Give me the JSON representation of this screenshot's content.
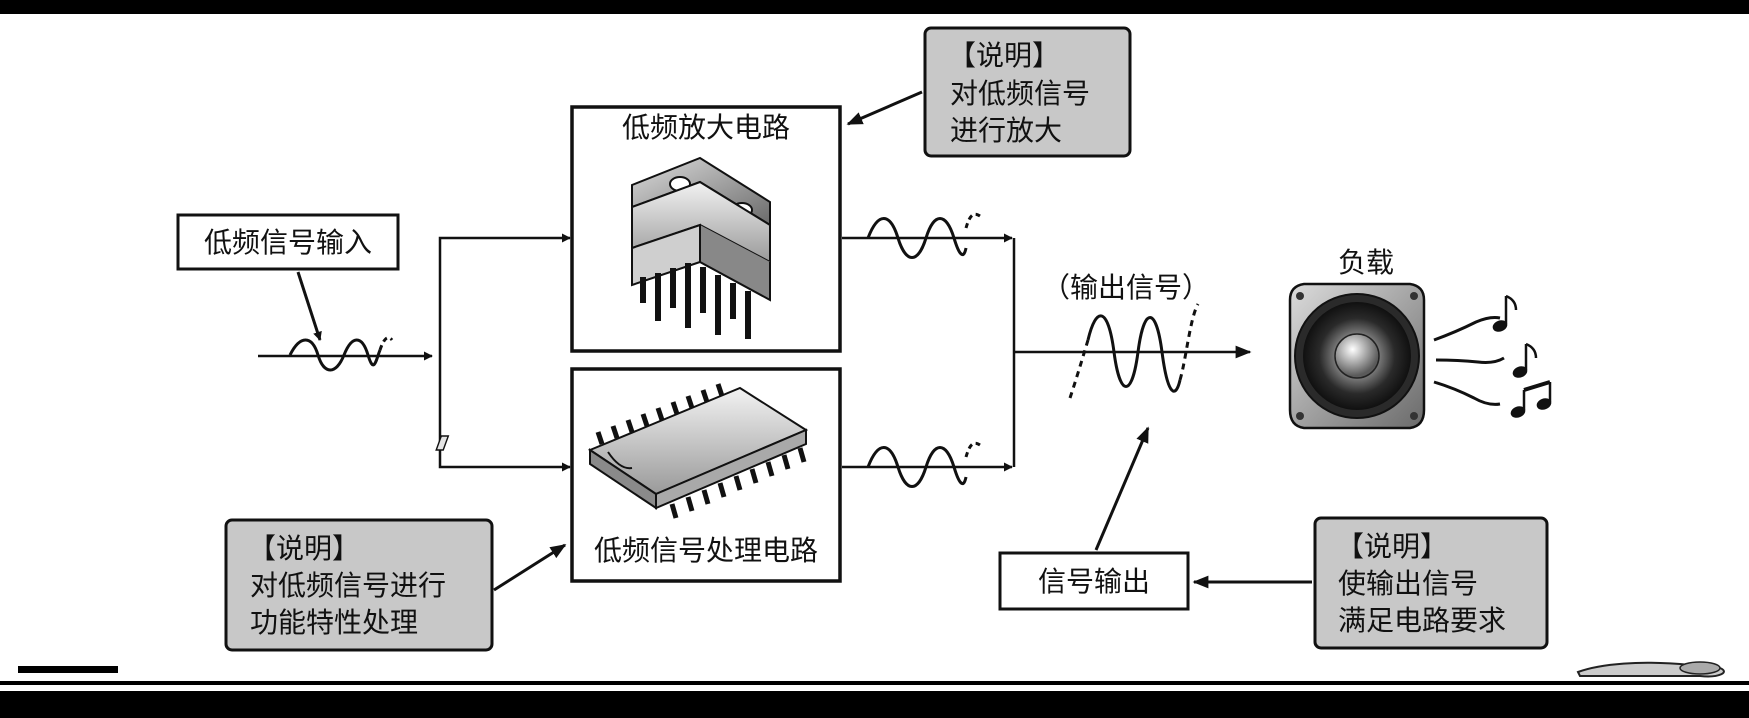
{
  "input_label": "低频信号输入",
  "amp_circuit_label": "低频放大电路",
  "proc_circuit_label": "低频信号处理电路",
  "note_amp": {
    "title": "【说明】",
    "lines": [
      "对低频信号",
      "进行放大"
    ]
  },
  "note_proc": {
    "title": "【说明】",
    "lines": [
      "对低频信号进行",
      "功能特性处理"
    ]
  },
  "output_signal_label": "（输出信号）",
  "load_label": "负载",
  "signal_output_label": "信号输出",
  "note_output": {
    "title": "【说明】",
    "lines": [
      "使输出信号",
      "满足电路要求"
    ]
  }
}
